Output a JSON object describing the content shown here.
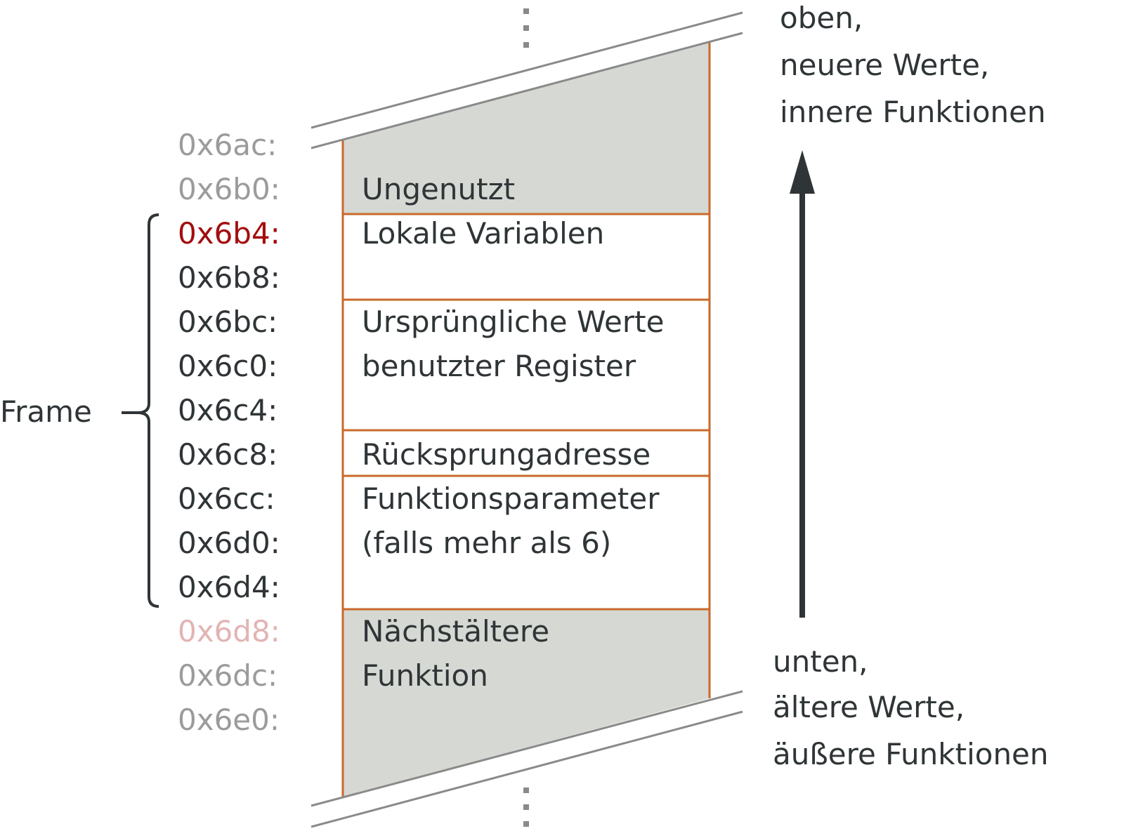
{
  "colors": {
    "text": "#2f3537",
    "address_muted": "#9b9b9b",
    "address_highlight": "#a30d0d",
    "address_faded": "#e2b4b4",
    "border": "#c9692a",
    "fill_grey": "#d6d8d3",
    "line_grey": "#8a8a8a",
    "bracket": "#2f3537"
  },
  "addresses": [
    {
      "label": "0x6ac:",
      "style": "muted"
    },
    {
      "label": "0x6b0:",
      "style": "muted"
    },
    {
      "label": "0x6b4:",
      "style": "highlight"
    },
    {
      "label": "0x6b8:",
      "style": "normal"
    },
    {
      "label": "0x6bc:",
      "style": "normal"
    },
    {
      "label": "0x6c0:",
      "style": "normal"
    },
    {
      "label": "0x6c4:",
      "style": "normal"
    },
    {
      "label": "0x6c8:",
      "style": "normal"
    },
    {
      "label": "0x6cc:",
      "style": "normal"
    },
    {
      "label": "0x6d0:",
      "style": "normal"
    },
    {
      "label": "0x6d4:",
      "style": "normal"
    },
    {
      "label": "0x6d8:",
      "style": "faded"
    },
    {
      "label": "0x6dc:",
      "style": "muted"
    },
    {
      "label": "0x6e0:",
      "style": "muted"
    }
  ],
  "segments": [
    {
      "id": "unused",
      "lines": [
        "Ungenutzt"
      ]
    },
    {
      "id": "locals",
      "lines": [
        "Lokale Variablen"
      ]
    },
    {
      "id": "saved-registers",
      "lines": [
        "Ursprüngliche Werte",
        "benutzter Register"
      ]
    },
    {
      "id": "return-address",
      "lines": [
        "Rücksprungadresse"
      ]
    },
    {
      "id": "params",
      "lines": [
        "Funktionsparameter",
        "(falls mehr als 6)"
      ]
    },
    {
      "id": "older-function",
      "lines": [
        "Nächstältere",
        "Funktion"
      ]
    }
  ],
  "frame_label": "Frame",
  "top_caption": [
    "oben,",
    "neuere Werte,",
    "innere Funktionen"
  ],
  "bottom_caption": [
    "unten,",
    "ältere Werte,",
    "äußere Funktionen"
  ]
}
